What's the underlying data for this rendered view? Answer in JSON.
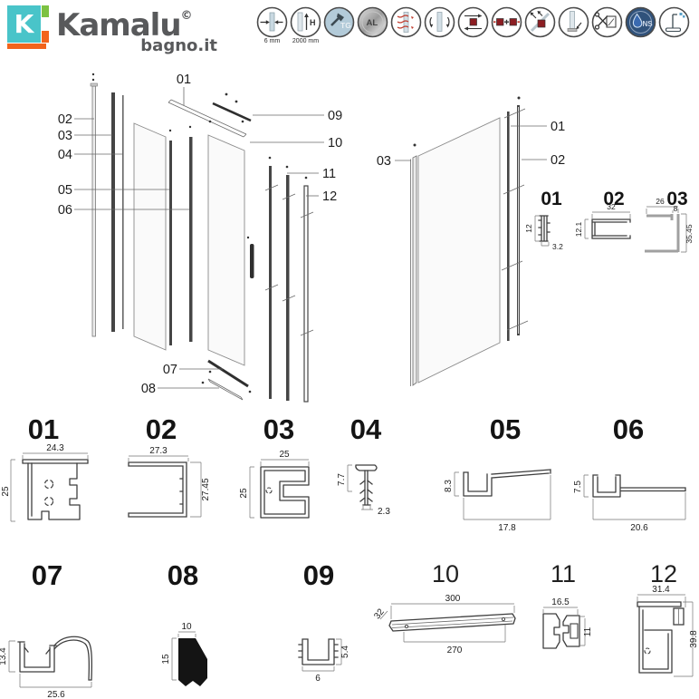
{
  "brand": {
    "mark": "K",
    "name": "Kamalu",
    "copyright": "©",
    "sub": "bagno.it"
  },
  "colors": {
    "teal": "#49c4c9",
    "green": "#7cc242",
    "orange": "#f2641c",
    "logo_gray": "#58595b",
    "line": "#3f3f3f",
    "icon_blue": "#b3cbd9",
    "icon_navy": "#30527b",
    "icon_red": "#8c1d22"
  },
  "feature_icons": {
    "glass_thickness_label": "6 mm",
    "height_label": "2000 mm",
    "tempered_text": "TG",
    "aluminum_text": "AL",
    "height_text": "H",
    "nano_text": "NS"
  },
  "exploded_left": {
    "callouts": {
      "n01": "01",
      "n02": "02",
      "n03": "03",
      "n04": "04",
      "n05": "05",
      "n06": "06",
      "n07": "07",
      "n08": "08",
      "n09": "09",
      "n10": "10",
      "n11": "11",
      "n12": "12"
    }
  },
  "exploded_right": {
    "callouts": {
      "n01": "01",
      "n02": "02",
      "n03": "03"
    },
    "profiles": [
      {
        "label": "01",
        "dim_left": "12",
        "dim_bottom": "3.2"
      },
      {
        "label": "02",
        "dim_top": "32",
        "dim_left": "12.1"
      },
      {
        "label": "03",
        "dim_top": "26",
        "dim_inner": "8",
        "dim_right": "35.45"
      }
    ]
  },
  "profiles_row1": [
    {
      "label": "01",
      "dim_top": "24.3",
      "dim_left": "25"
    },
    {
      "label": "02",
      "dim_top": "27.3",
      "dim_right": "27.45"
    },
    {
      "label": "03",
      "dim_top": "25",
      "dim_left": "25"
    },
    {
      "label": "04",
      "dim_left": "7.7",
      "dim_bottom": "2.3"
    },
    {
      "label": "05",
      "dim_left": "8.3",
      "dim_bottom": "17.8"
    },
    {
      "label": "06",
      "dim_left": "7.5",
      "dim_bottom": "20.6"
    }
  ],
  "profiles_row2": [
    {
      "label": "07",
      "dim_left": "13.4",
      "dim_bottom": "25.6"
    },
    {
      "label": "08",
      "dim_top": "10",
      "dim_left": "15"
    },
    {
      "label": "09",
      "dim_bottom": "6",
      "dim_right": "5.4"
    },
    {
      "label": "10",
      "dim_top": "300",
      "dim_bottom": "270",
      "dim_side": "32"
    },
    {
      "label": "11",
      "dim_top": "16.5",
      "dim_right": "11"
    },
    {
      "label": "12",
      "dim_top": "31.4",
      "dim_right": "39.8"
    }
  ]
}
